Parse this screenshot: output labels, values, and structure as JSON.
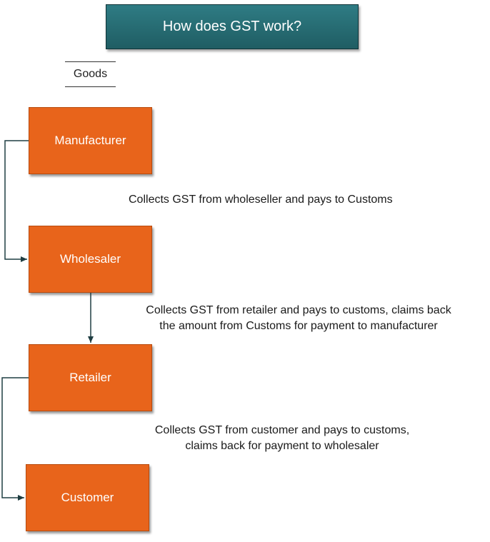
{
  "title": "How does GST work?",
  "legend_label": "Goods",
  "nodes": {
    "manufacturer": "Manufacturer",
    "wholesaler": "Wholesaler",
    "retailer": "Retailer",
    "customer": "Customer"
  },
  "notes": {
    "manufacturer": "Collects GST from wholeseller and pays to Customs",
    "wholesaler_line1": "Collects GST from retailer and pays to customs, claims back",
    "wholesaler_line2": "the amount from Customs for payment to manufacturer",
    "retailer_line1": "Collects GST from customer and pays to customs,",
    "retailer_line2": "claims back for payment to wholesaler"
  },
  "colors": {
    "title_fill": "#2a6f76",
    "node_fill": "#e8641b",
    "connector": "#1f3e42",
    "text": "#1a1a1a"
  }
}
